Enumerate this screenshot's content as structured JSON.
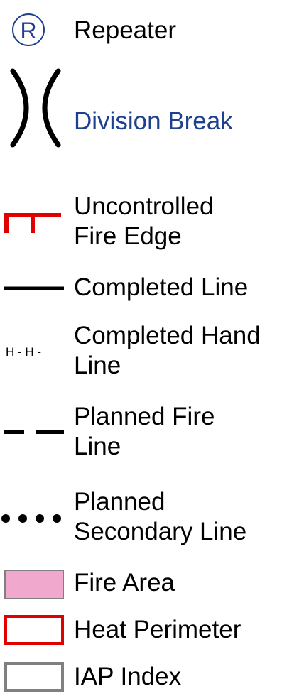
{
  "legend": {
    "items": [
      {
        "key": "repeater",
        "label_lines": [
          "Repeater"
        ],
        "symbol": "circled-r-icon",
        "symbol_glyph": "R",
        "color": "#1f3f8f"
      },
      {
        "key": "division-break",
        "label_lines": [
          "Division Break"
        ],
        "symbol": "division-break-icon",
        "color": "#1f3f8f"
      },
      {
        "key": "uncontrolled-fire-edge",
        "label_lines": [
          "Uncontrolled",
          "Fire Edge"
        ],
        "symbol": "uncontrolled-fire-edge-icon",
        "color": "#e00000"
      },
      {
        "key": "completed-line",
        "label_lines": [
          "Completed Line"
        ],
        "symbol": "completed-line-icon",
        "color": "#000000"
      },
      {
        "key": "completed-hand-line",
        "label_lines": [
          "Completed Hand",
          "Line"
        ],
        "symbol": "completed-hand-line-icon",
        "symbol_glyph": "H - H -",
        "color": "#000000"
      },
      {
        "key": "planned-fire-line",
        "label_lines": [
          "Planned Fire",
          "Line"
        ],
        "symbol": "planned-fire-line-icon",
        "color": "#000000"
      },
      {
        "key": "planned-secondary-line",
        "label_lines": [
          "Planned",
          "Secondary Line"
        ],
        "symbol": "planned-secondary-line-icon",
        "color": "#000000"
      },
      {
        "key": "fire-area",
        "label_lines": [
          "Fire Area"
        ],
        "symbol": "fire-area-icon",
        "color": "#f0a8cc"
      },
      {
        "key": "heat-perimeter",
        "label_lines": [
          "Heat Perimeter"
        ],
        "symbol": "heat-perimeter-icon",
        "color": "#e00000"
      },
      {
        "key": "iap-index",
        "label_lines": [
          "IAP Index"
        ],
        "symbol": "iap-index-icon",
        "color": "#808080"
      }
    ]
  }
}
